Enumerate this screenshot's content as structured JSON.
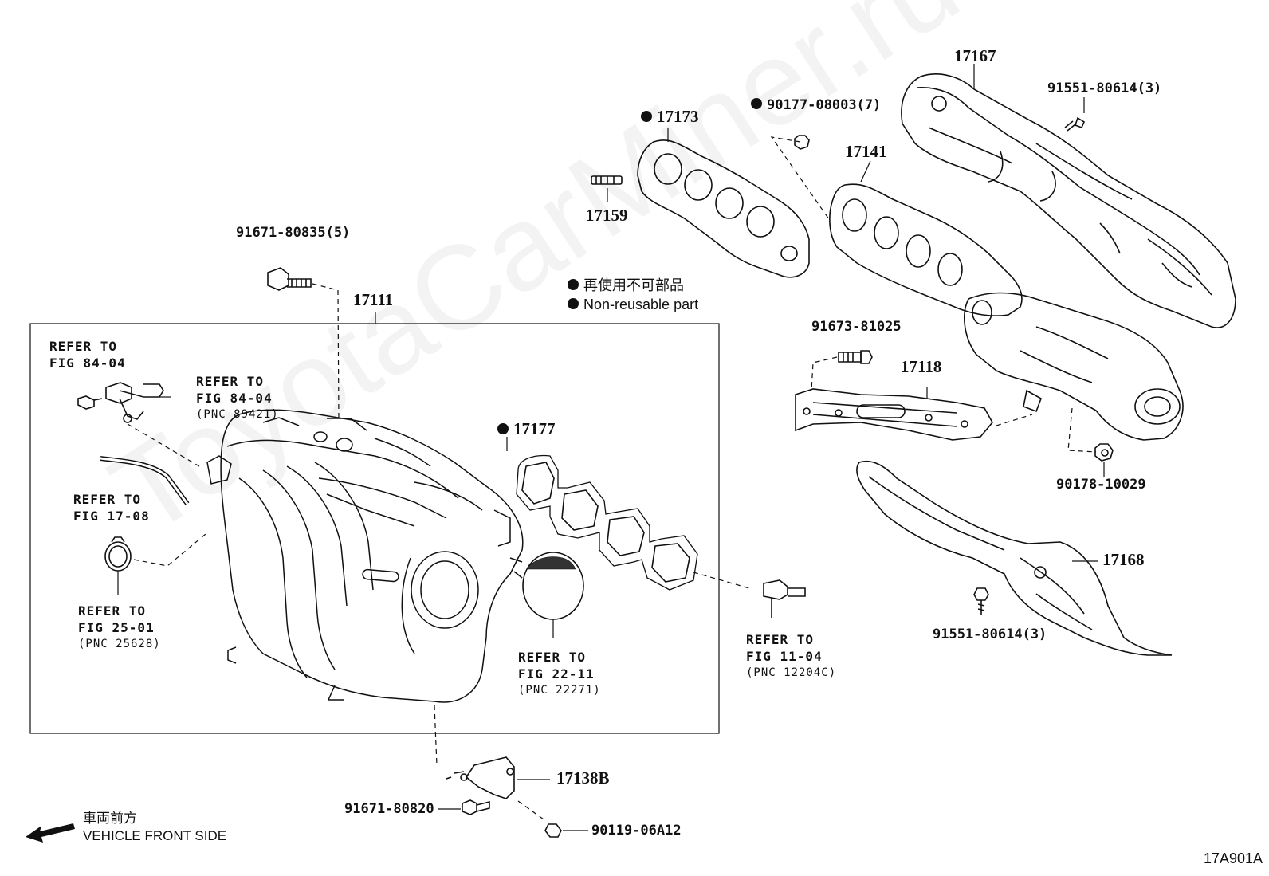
{
  "parts": {
    "p17167": "17167",
    "p17173": "17173",
    "p90177": "90177-08003(7)",
    "p91551_top": "91551-80614(3)",
    "p17141": "17141",
    "p17159": "17159",
    "p91671_80835": "91671-80835(5)",
    "p17111": "17111",
    "p91673": "91673-81025",
    "p17118": "17118",
    "p17177": "17177",
    "p90178": "90178-10029",
    "p17168": "17168",
    "p91551_bottom": "91551-80614(3)",
    "p17138B": "17138B",
    "p91671_80820": "91671-80820",
    "p90119": "90119-06A12"
  },
  "refs": {
    "r1_line1": "REFER TO",
    "r1_line2": "FIG 84-04",
    "r2_line1": "REFER TO",
    "r2_line2": "FIG 84-04",
    "r2_line3": "(PNC 89421)",
    "r3_line1": "REFER TO",
    "r3_line2": "FIG 17-08",
    "r4_line1": "REFER TO",
    "r4_line2": "FIG 25-01",
    "r4_line3": "(PNC 25628)",
    "r5_line1": "REFER TO",
    "r5_line2": "FIG 22-11",
    "r5_line3": "(PNC 22271)",
    "r6_line1": "REFER TO",
    "r6_line2": "FIG 11-04",
    "r6_line3": "(PNC 12204C)"
  },
  "legend": {
    "jp": "再使用不可部品",
    "en": "Non-reusable part"
  },
  "direction": {
    "jp": "車両前方",
    "en": "VEHICLE FRONT SIDE"
  },
  "figure_id": "17A901A",
  "watermark": "ToyotaCarMiner.ru"
}
